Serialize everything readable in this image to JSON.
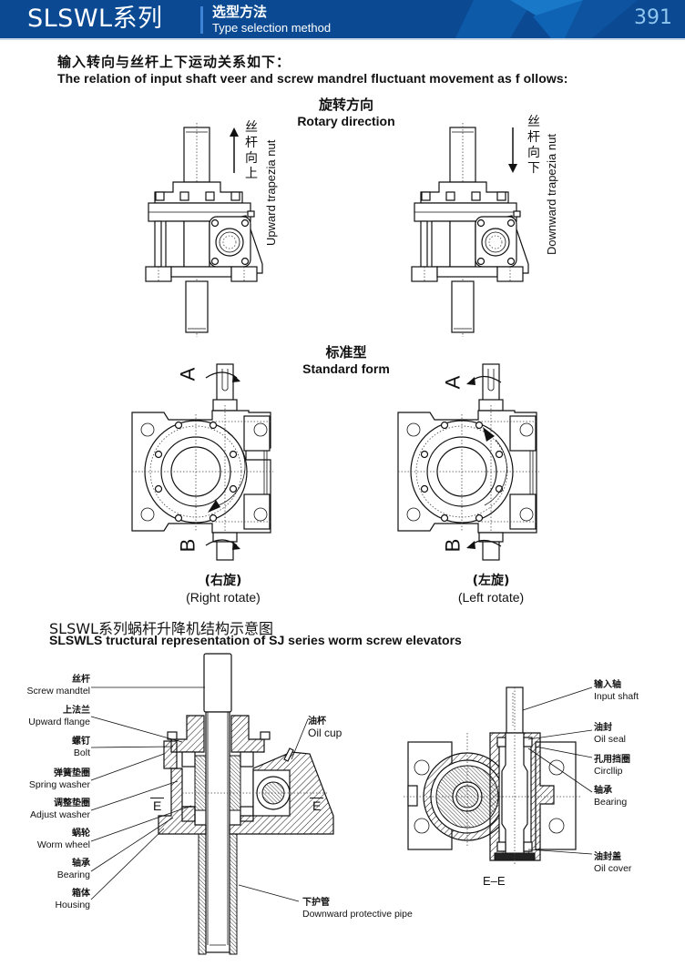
{
  "header": {
    "series_title": "SLSWL系列",
    "subtitle_cn": "选型方法",
    "subtitle_en": "Type selection method",
    "page_number": "391",
    "colors": {
      "band": "#0b4a93",
      "accent": "#3d84d6",
      "page_number": "#8fc6ef"
    }
  },
  "intro": {
    "title_cn": "输入转向与丝杆上下运动关系如下：",
    "title_en": "The relation of input shaft veer and screw mandrel fluctuant movement as f ollows:"
  },
  "rotary_section": {
    "title_cn": "旋转方向",
    "title_en": "Rotary direction",
    "left_label_cn": [
      "丝",
      "杆",
      "向",
      "上"
    ],
    "left_label_en": "Upward trapezia nut",
    "left_arrow": "up-arrow",
    "right_label_cn": [
      "丝",
      "杆",
      "向",
      "下"
    ],
    "right_label_en": "Downward trapezia nut",
    "right_arrow": "down-arrow"
  },
  "standard_section": {
    "title_cn": "标准型",
    "title_en": "Standard form",
    "shaft_a": "A",
    "shaft_b": "B",
    "left_caption_cn": "(右旋)",
    "left_caption_en": "(Right rotate)",
    "right_caption_cn": "(左旋)",
    "right_caption_en": "(Left rotate)"
  },
  "structure_section": {
    "title_cn": "SLSWL系列蜗杆升降机结构示意图",
    "title_en": "SLSWLS tructural representation of SJ series worm screw elevators",
    "section_mark": "E",
    "section_view_label": "E–E",
    "left_parts": [
      {
        "cn": "丝杆",
        "en": "Screw mandtel"
      },
      {
        "cn": "上法兰",
        "en": "Upward flange"
      },
      {
        "cn": "螺钉",
        "en": "Bolt"
      },
      {
        "cn": "弹簧垫圈",
        "en": "Spring washer"
      },
      {
        "cn": "调整垫圈",
        "en": "Adjust washer"
      },
      {
        "cn": "蜗轮",
        "en": "Worm wheel"
      },
      {
        "cn": "轴承",
        "en": "Bearing"
      },
      {
        "cn": "箱体",
        "en": "Housing"
      }
    ],
    "oil_cup": {
      "cn": "油杯",
      "en": "Oil  cup"
    },
    "bottom_part": {
      "cn": "下护管",
      "en": "Downward protective pipe"
    },
    "right_parts": [
      {
        "cn": "输入轴",
        "en": "Input shaft"
      },
      {
        "cn": "油封",
        "en": "Oil seal"
      },
      {
        "cn": "孔用挡圈",
        "en": "Circllip"
      },
      {
        "cn": "轴承",
        "en": "Bearing"
      },
      {
        "cn": "油封盖",
        "en": "Oil cover"
      }
    ]
  }
}
